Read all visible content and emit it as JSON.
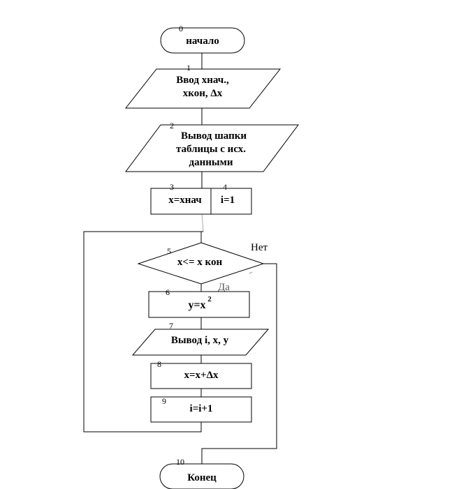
{
  "blocks": {
    "b0": {
      "num": "0",
      "lines": [
        "начало"
      ]
    },
    "b1": {
      "num": "1",
      "lines": [
        "Ввод хнач.,",
        "хкон, Δх"
      ]
    },
    "b2": {
      "num": "2",
      "lines": [
        "Вывод шапки",
        "таблицы с исх.",
        "данными"
      ]
    },
    "b3": {
      "num": "3",
      "lines": [
        "х=хнач"
      ]
    },
    "b4": {
      "num": "4",
      "lines": [
        "i=1"
      ]
    },
    "b5": {
      "num": "5",
      "lines": [
        "х<= х кон"
      ]
    },
    "b6": {
      "num": "6",
      "main": "y=x",
      "sup": "2"
    },
    "b7": {
      "num": "7",
      "lines": [
        "Вывод i, x, y"
      ]
    },
    "b8": {
      "num": "8",
      "lines": [
        "х=х+Δх"
      ]
    },
    "b9": {
      "num": "9",
      "lines": [
        "i=i+1"
      ]
    },
    "b10": {
      "num": "10",
      "lines": [
        "Конец"
      ]
    }
  },
  "branches": {
    "no": "Нет",
    "yes": "Да"
  }
}
